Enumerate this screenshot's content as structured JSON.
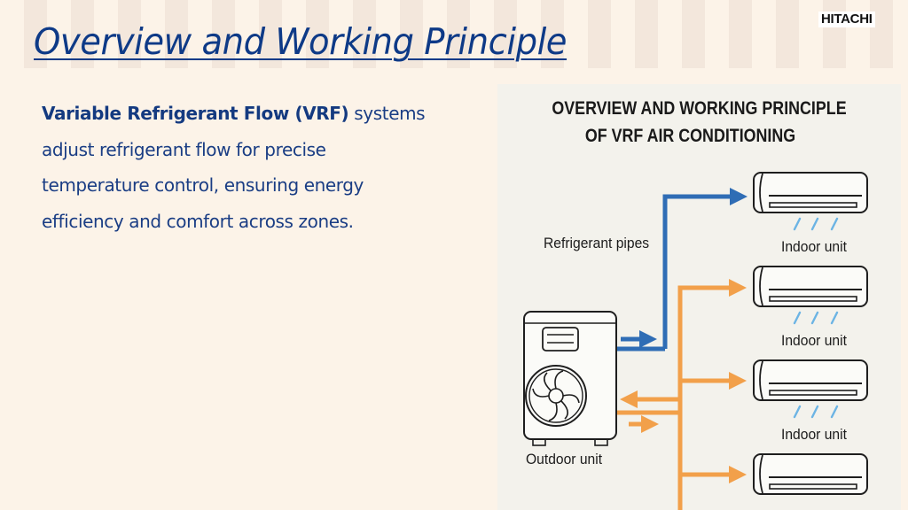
{
  "slide": {
    "title": "Overview and Working Principle",
    "brand": "HITACHI",
    "body": {
      "bold_lead": "Variable Refrigerant Flow (VRF)",
      "rest_line1": " systems",
      "line2": "adjust refrigerant flow for precise",
      "line3": "temperature control, ensuring energy",
      "line4": "efficiency and comfort across zones."
    }
  },
  "diagram": {
    "title_line1": "OVERVIEW AND WORKING PRINCIPLE",
    "title_line2": "OF VRF AIR CONDITIONING",
    "pipes_label": "Refrigerant pipes",
    "outdoor_label": "Outdoor unit",
    "indoor_labels": [
      "Indoor unit",
      "Indoor unit",
      "Indoor unit"
    ],
    "colors": {
      "blue_pipe": "#2f6db5",
      "orange_pipe": "#f2a04a",
      "airflow": "#6cb4e4",
      "outline": "#1e1e1e"
    }
  }
}
